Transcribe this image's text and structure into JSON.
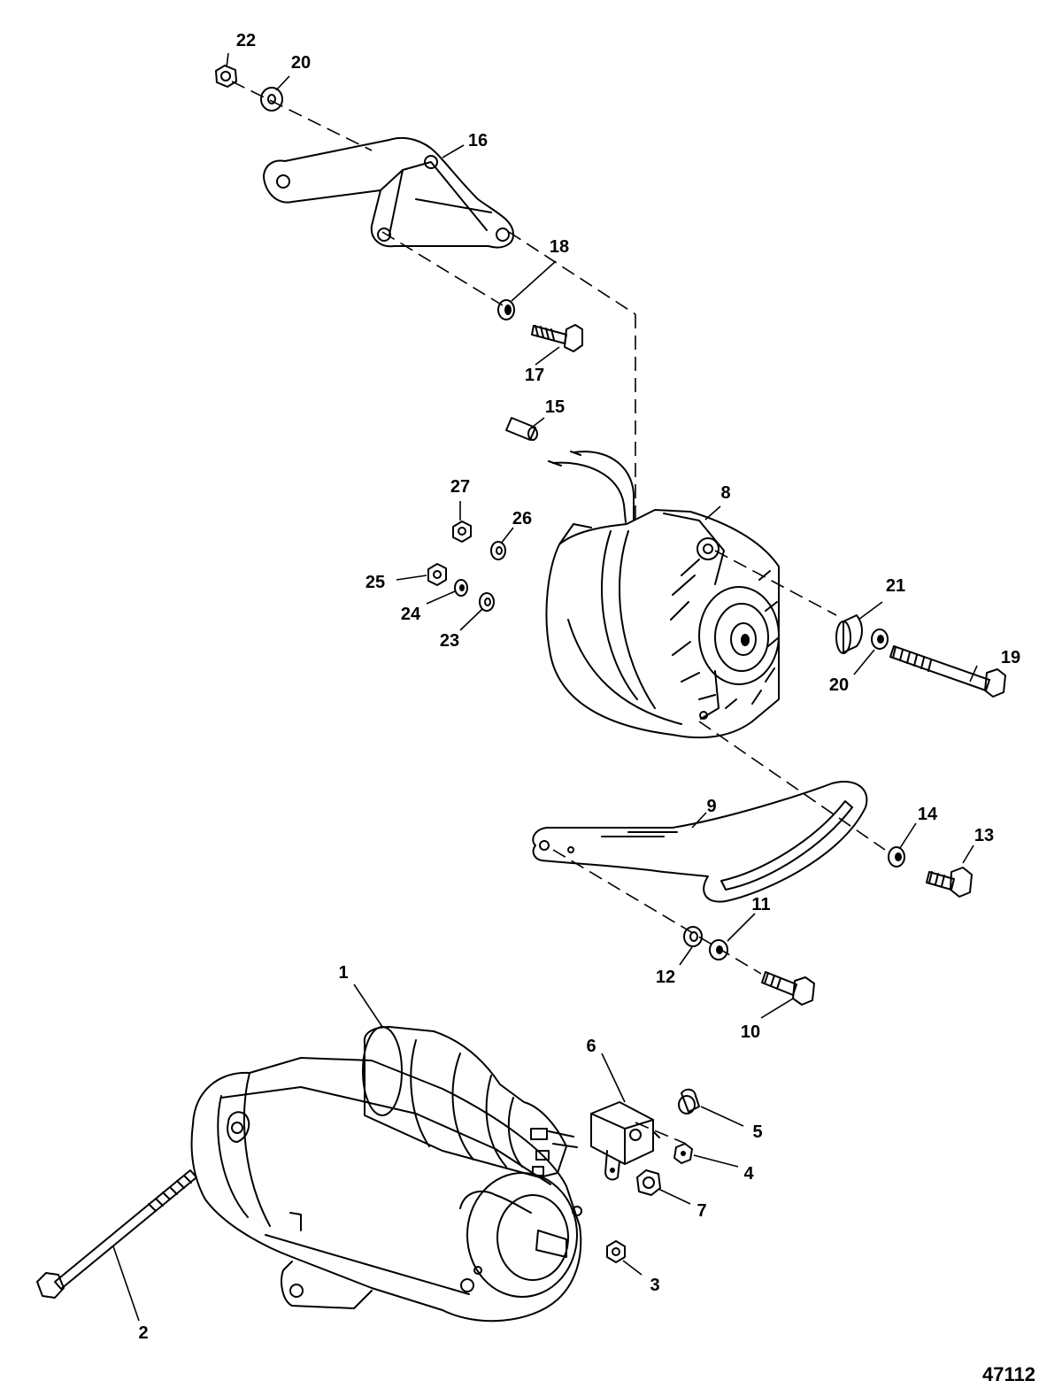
{
  "figure_number": "47112",
  "callouts": [
    {
      "id": "c22",
      "text": "22"
    },
    {
      "id": "c20a",
      "text": "20"
    },
    {
      "id": "c16",
      "text": "16"
    },
    {
      "id": "c18",
      "text": "18"
    },
    {
      "id": "c17",
      "text": "17"
    },
    {
      "id": "c15",
      "text": "15"
    },
    {
      "id": "c27",
      "text": "27"
    },
    {
      "id": "c26",
      "text": "26"
    },
    {
      "id": "c25",
      "text": "25"
    },
    {
      "id": "c24",
      "text": "24"
    },
    {
      "id": "c23",
      "text": "23"
    },
    {
      "id": "c8",
      "text": "8"
    },
    {
      "id": "c21",
      "text": "21"
    },
    {
      "id": "c19",
      "text": "19"
    },
    {
      "id": "c20b",
      "text": "20"
    },
    {
      "id": "c9",
      "text": "9"
    },
    {
      "id": "c14",
      "text": "14"
    },
    {
      "id": "c13",
      "text": "13"
    },
    {
      "id": "c11",
      "text": "11"
    },
    {
      "id": "c12",
      "text": "12"
    },
    {
      "id": "c10",
      "text": "10"
    },
    {
      "id": "c1",
      "text": "1"
    },
    {
      "id": "c6",
      "text": "6"
    },
    {
      "id": "c5",
      "text": "5"
    },
    {
      "id": "c4",
      "text": "4"
    },
    {
      "id": "c7",
      "text": "7"
    },
    {
      "id": "c3",
      "text": "3"
    },
    {
      "id": "c2",
      "text": "2"
    }
  ]
}
